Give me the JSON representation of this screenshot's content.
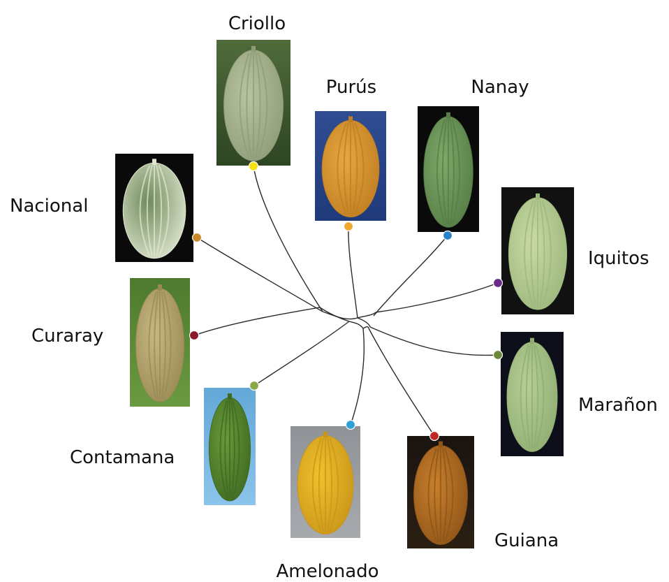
{
  "diagram": {
    "nodes": [
      {
        "id": "criollo",
        "label": "Criollo",
        "dot_color": "#f5e014",
        "pod": {
          "body": "#b9c4a0",
          "rib": "#8f9c78",
          "bg": "#4f6b3a",
          "bg2": "#2e4524"
        }
      },
      {
        "id": "purus",
        "label": "Purús",
        "dot_color": "#f0a830",
        "pod": {
          "body": "#e7a740",
          "rib": "#c07e22",
          "bg": "#2f4d92",
          "bg2": "#1f3a7a"
        }
      },
      {
        "id": "nanay",
        "label": "Nanay",
        "dot_color": "#2a82c8",
        "pod": {
          "body": "#7fa86a",
          "rib": "#557d45",
          "bg": "#0a0a0a",
          "bg2": "#0a0a0a"
        }
      },
      {
        "id": "iquitos",
        "label": "Iquitos",
        "dot_color": "#6a2a8a",
        "pod": {
          "body": "#c9d9a6",
          "rib": "#9cb77c",
          "bg": "#111111",
          "bg2": "#111111"
        }
      },
      {
        "id": "maranon",
        "label": "Marañon",
        "dot_color": "#6a8a3a",
        "pod": {
          "body": "#b7cf97",
          "rib": "#8fae72",
          "bg": "#0c0f1a",
          "bg2": "#0c0f1a"
        }
      },
      {
        "id": "guiana",
        "label": "Guiana",
        "dot_color": "#c02828",
        "pod": {
          "body": "#c97f2c",
          "rib": "#8e5518",
          "bg": "#1a1410",
          "bg2": "#2b1f12"
        }
      },
      {
        "id": "amelonado",
        "label": "Amelonado",
        "dot_color": "#30a0d8",
        "pod": {
          "body": "#f0c22c",
          "rib": "#c9951a",
          "bg": "#8f9398",
          "bg2": "#a6a9ad"
        }
      },
      {
        "id": "contamana",
        "label": "Contamana",
        "dot_color": "#8aa84a",
        "pod": {
          "body": "#6a9a3a",
          "rib": "#3f6a22",
          "bg": "#63a8d8",
          "bg2": "#8cc4ea"
        }
      },
      {
        "id": "curaray",
        "label": "Curaray",
        "dot_color": "#8a1a2a",
        "pod": {
          "body": "#c7b983",
          "rib": "#9a8a55",
          "bg": "#4d7a2e",
          "bg2": "#6a9a40"
        }
      },
      {
        "id": "nacional",
        "label": "Nacional",
        "dot_color": "#c88a2a",
        "pod": {
          "body": "#6f8a5a",
          "rib": "#dfe6d0",
          "bg": "#0a0a0a",
          "bg2": "#0a0a0a"
        }
      }
    ],
    "edge_color": "#2a2a2a"
  }
}
